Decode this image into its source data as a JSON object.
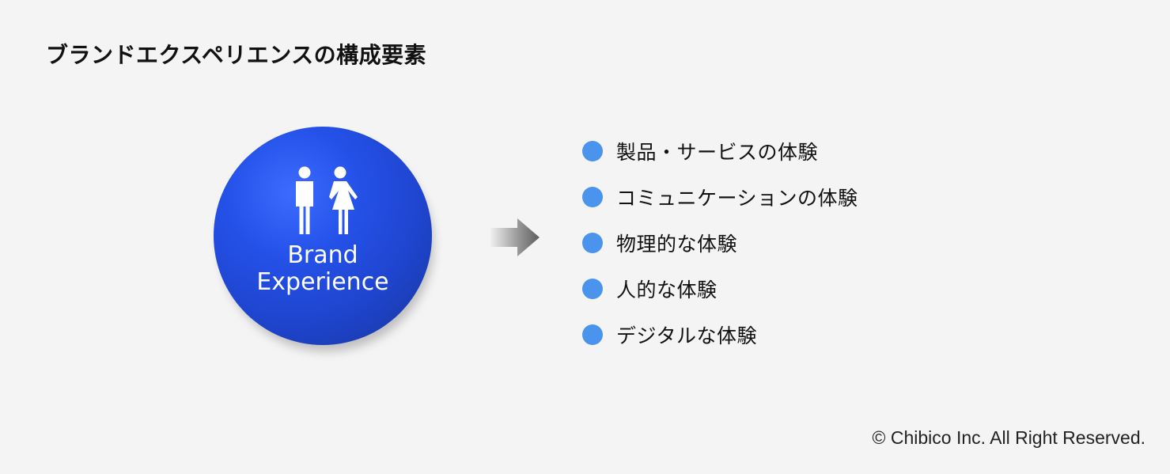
{
  "title": "ブランドエクスペリエンスの構成要素",
  "hub": {
    "label_line1": "Brand",
    "label_line2": "Experience",
    "icon": "man-woman-icon",
    "color": "#2451e8"
  },
  "connector": {
    "icon": "right-arrow-icon"
  },
  "bullets": {
    "color": "#4a94ee",
    "items": [
      "製品・サービスの体験",
      "コミュニケーションの体験",
      "物理的な体験",
      "人的な体験",
      "デジタルな体験"
    ]
  },
  "footer": {
    "copyright": "© Chibico Inc. All Right Reserved."
  }
}
